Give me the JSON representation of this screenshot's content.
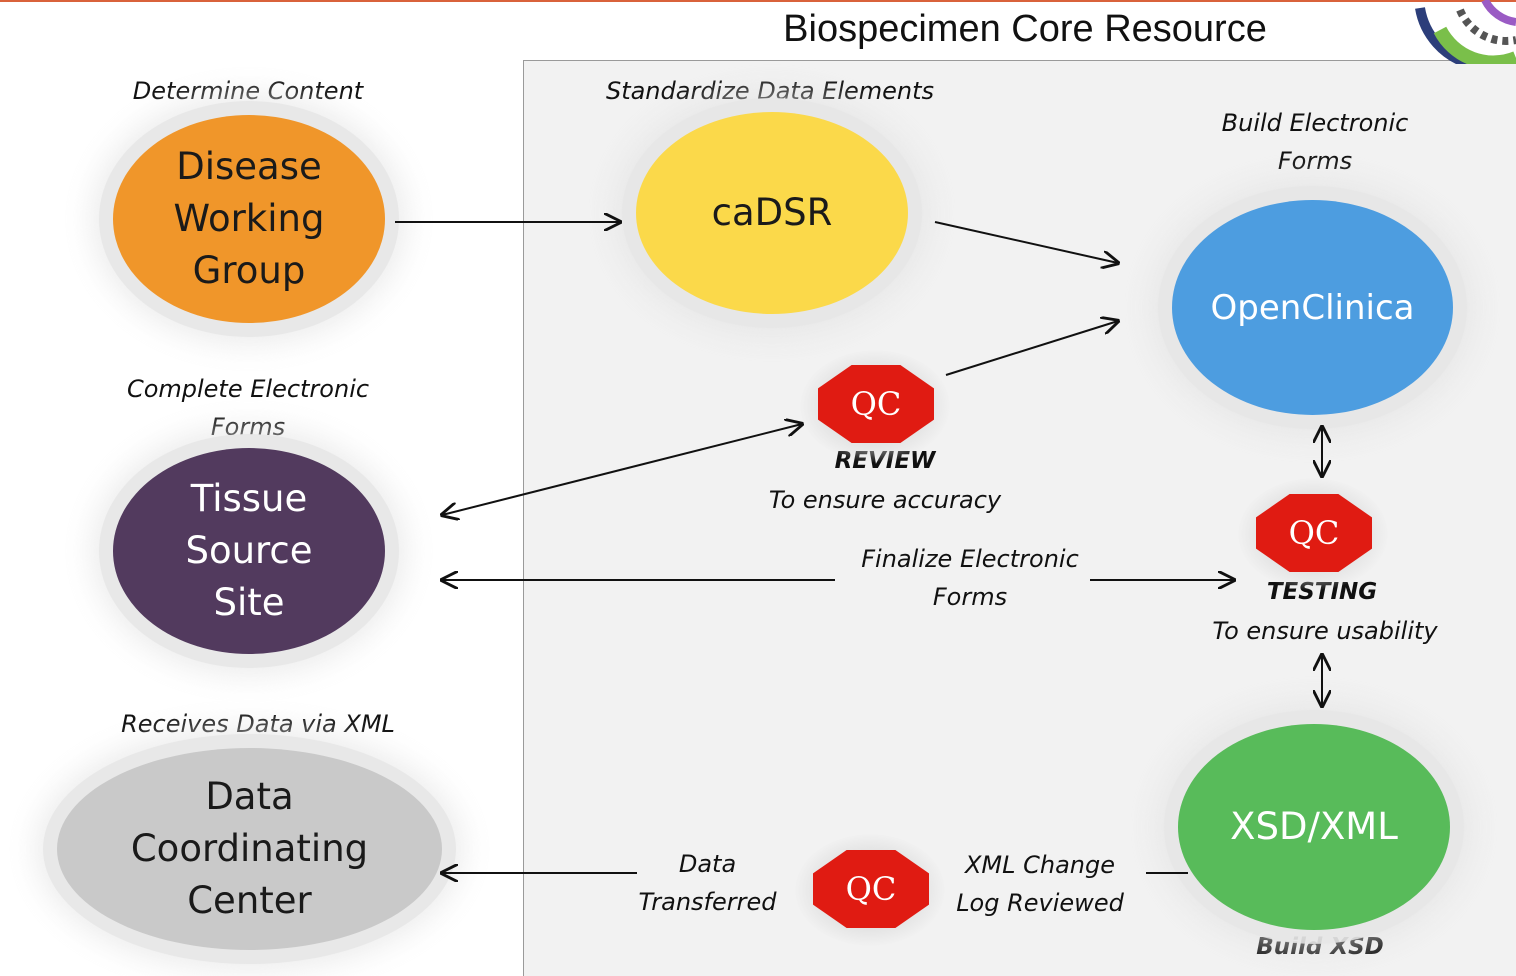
{
  "title": "Biospecimen Core Resource",
  "labels": {
    "determine_content": "Determine Content",
    "standardize": "Standardize Data Elements",
    "build_forms": [
      "Build Electronic",
      "Forms"
    ],
    "complete_forms": [
      "Complete Electronic",
      "Forms"
    ],
    "receives_data": "Receives Data via XML",
    "review": "REVIEW",
    "review_sub": "To ensure accuracy",
    "finalize": [
      "Finalize Electronic",
      "Forms"
    ],
    "testing": "TESTING",
    "testing_sub": "To ensure usability",
    "data_transferred": [
      "Data",
      "Transferred"
    ],
    "xml_change": [
      "XML Change",
      "Log Reviewed"
    ],
    "build_xsd": "Build XSD"
  },
  "nodes": {
    "disease": {
      "lines": [
        "Disease",
        "Working",
        "Group"
      ],
      "color": "#f0962a"
    },
    "cadsr": {
      "lines": [
        "caDSR"
      ],
      "color": "#fbd94a"
    },
    "openclinica": {
      "lines": [
        "OpenClinica"
      ],
      "color": "#4d9de0"
    },
    "tissue": {
      "lines": [
        "Tissue",
        "Source",
        "Site"
      ],
      "color": "#523a5e"
    },
    "dcc": {
      "lines": [
        "Data",
        "Coordinating",
        "Center"
      ],
      "color": "#c9c9c9"
    },
    "xsd": {
      "lines": [
        "XSD/XML"
      ],
      "color": "#58bb5a"
    }
  },
  "qc_label": "QC",
  "qc_color": "#e01b12",
  "icons": [
    "logo-wheel-icon",
    "arrow-icon",
    "double-arrow-icon"
  ]
}
